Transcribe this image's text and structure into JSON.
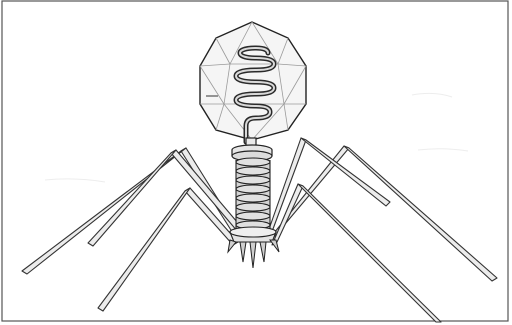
{
  "figure": {
    "subject": "bacteriophage",
    "style": "black-and-white line drawing",
    "parts": [
      "head",
      "dna-coil",
      "collar",
      "tail-sheath",
      "baseplate",
      "tail-fibers",
      "spikes"
    ],
    "leg_count": 6,
    "spike_count": 5
  },
  "colors": {
    "outline": "#222222",
    "stroke": "#3a3a3a",
    "background": "#ffffff",
    "fill": "#e4e4e4",
    "sheath_fill": "#d3d3d3",
    "faint_stroke": "#b0b0b0"
  }
}
